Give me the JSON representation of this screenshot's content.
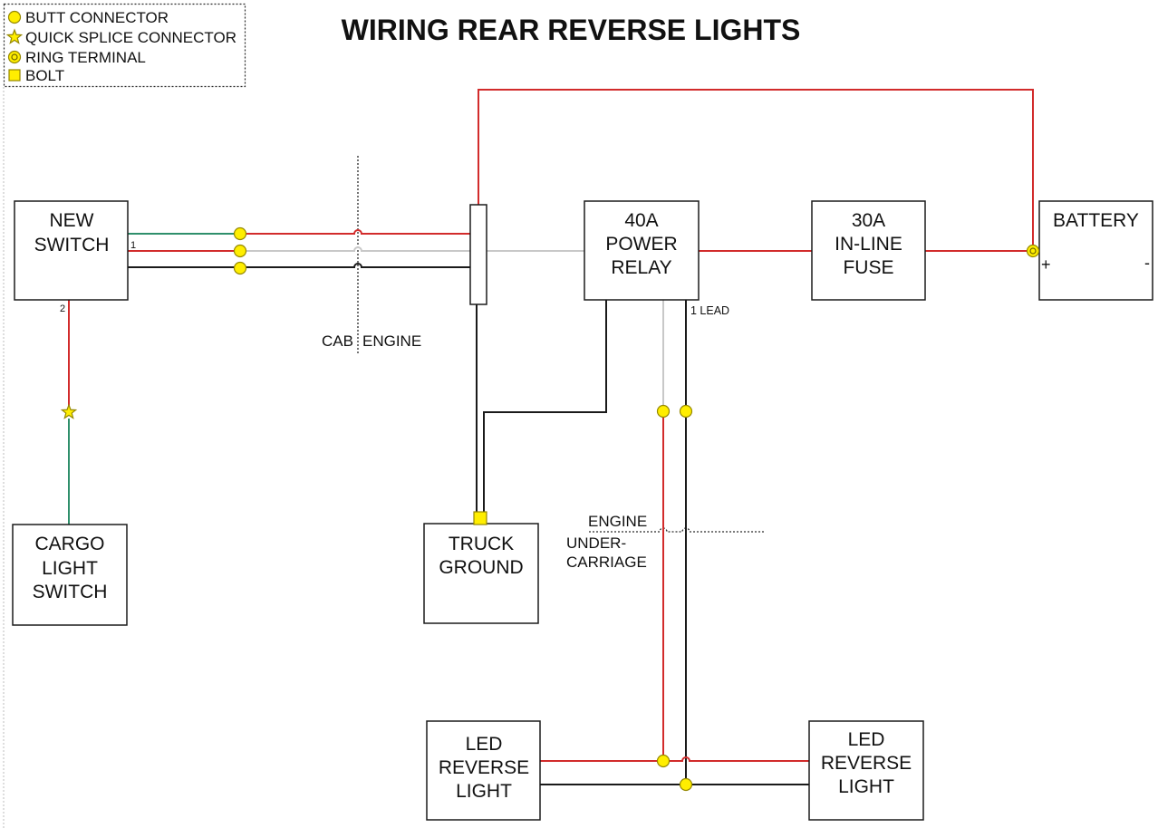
{
  "title": "WIRING REAR REVERSE LIGHTS",
  "legend": {
    "items": [
      {
        "icon": "butt-connector-icon",
        "label": "BUTT CONNECTOR"
      },
      {
        "icon": "quick-splice-star-icon",
        "label": "QUICK SPLICE CONNECTOR"
      },
      {
        "icon": "ring-terminal-icon",
        "label": "RING TERMINAL"
      },
      {
        "icon": "bolt-icon",
        "label": "BOLT"
      }
    ]
  },
  "components": {
    "new_switch": {
      "lines": [
        "NEW",
        "SWITCH"
      ],
      "pin_1": "1",
      "pin_2": "2"
    },
    "cargo_light_switch": {
      "lines": [
        "CARGO",
        "LIGHT",
        "SWITCH"
      ]
    },
    "truck_ground": {
      "lines": [
        "TRUCK",
        "GROUND"
      ]
    },
    "power_relay": {
      "lines": [
        "40A",
        "POWER",
        "RELAY"
      ],
      "lead_label": "1 LEAD"
    },
    "inline_fuse": {
      "lines": [
        "30A",
        "IN-LINE",
        "FUSE"
      ]
    },
    "battery": {
      "label": "BATTERY",
      "positive": "+",
      "negative": "-"
    },
    "led_reverse_light_left": {
      "lines": [
        "LED",
        "REVERSE",
        "LIGHT"
      ]
    },
    "led_reverse_light_right": {
      "lines": [
        "LED",
        "REVERSE",
        "LIGHT"
      ]
    }
  },
  "zone_labels": {
    "firewall": {
      "left": "CAB",
      "right": "ENGINE"
    },
    "undercarriage": {
      "above": "ENGINE",
      "below": [
        "UNDER-",
        "CARRIAGE"
      ]
    }
  },
  "colors": {
    "wire_red": "#d22b2b",
    "wire_green": "#2f8f6b",
    "wire_gray": "#c8c8c8",
    "wire_black": "#1a1a1a",
    "connector_yellow": "#ffee00"
  }
}
